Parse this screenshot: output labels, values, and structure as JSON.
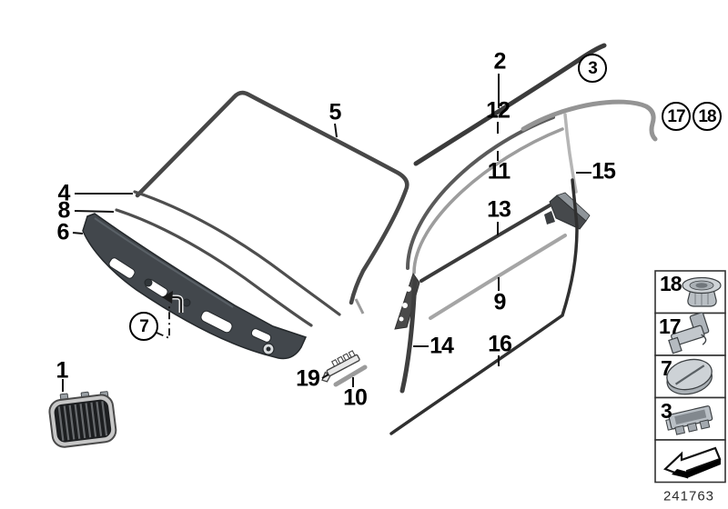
{
  "diagram": {
    "drawing_number": "241763",
    "callouts": [
      {
        "num": "1",
        "circled": false
      },
      {
        "num": "2",
        "circled": false
      },
      {
        "num": "3",
        "circled": true
      },
      {
        "num": "4",
        "circled": false
      },
      {
        "num": "5",
        "circled": false
      },
      {
        "num": "6",
        "circled": false
      },
      {
        "num": "7",
        "circled": true
      },
      {
        "num": "8",
        "circled": false
      },
      {
        "num": "9",
        "circled": false
      },
      {
        "num": "10",
        "circled": false
      },
      {
        "num": "11",
        "circled": false
      },
      {
        "num": "12",
        "circled": false
      },
      {
        "num": "13",
        "circled": false
      },
      {
        "num": "14",
        "circled": false
      },
      {
        "num": "15",
        "circled": false
      },
      {
        "num": "16",
        "circled": false
      },
      {
        "num": "17",
        "circled": true
      },
      {
        "num": "18",
        "circled": true
      },
      {
        "num": "19",
        "circled": false
      }
    ],
    "legend": {
      "items": [
        {
          "num": "18",
          "icon": "grommet-clip-icon"
        },
        {
          "num": "17",
          "icon": "bracket-clip-icon"
        },
        {
          "num": "7",
          "icon": "cover-cap-icon"
        },
        {
          "num": "3",
          "icon": "retainer-clip-icon"
        },
        {
          "num": "",
          "icon": "direction-arrow-icon"
        }
      ]
    },
    "colors": {
      "background": "#ffffff",
      "line_dark": "#3b3b3b",
      "line_gray": "#9a9a9a",
      "panel_fill": "#42474c",
      "label_text": "#000000"
    }
  }
}
